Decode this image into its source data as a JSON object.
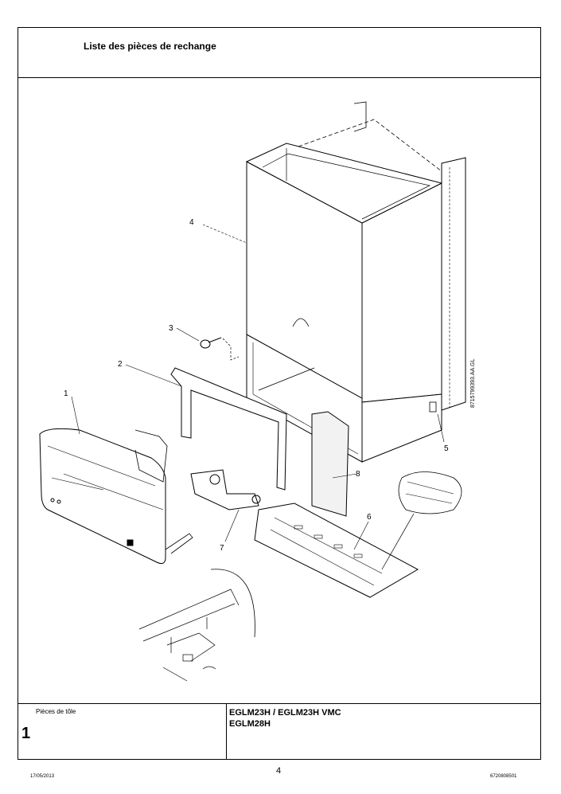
{
  "header": {
    "title": "Liste des pièces de rechange"
  },
  "diagram": {
    "callouts": [
      "1",
      "2",
      "3",
      "4",
      "5",
      "6",
      "7",
      "8"
    ],
    "side_code": "8715799393.AA.GL"
  },
  "footer": {
    "section_label": "Pièces de tôle",
    "section_number": "1",
    "model_line_1": "EGLM23H / EGLM23H VMC",
    "model_line_2": "EGLM28H",
    "date": "17/05/2013",
    "page": "4",
    "doc_code": "6720808501"
  }
}
